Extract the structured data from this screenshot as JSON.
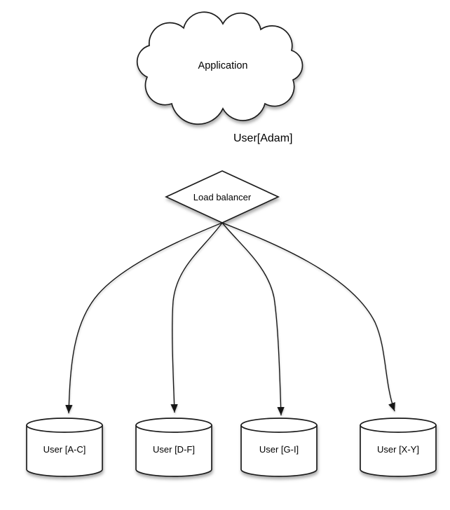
{
  "diagram": {
    "nodes": {
      "application": {
        "label": "Application",
        "shape": "cloud"
      },
      "load_balancer": {
        "label": "Load balancer",
        "shape": "diamond"
      },
      "shards": [
        {
          "label": "User [A-C]",
          "shape": "cylinder"
        },
        {
          "label": "User [D-F]",
          "shape": "cylinder"
        },
        {
          "label": "User [G-I]",
          "shape": "cylinder"
        },
        {
          "label": "User [X-Y]",
          "shape": "cylinder"
        }
      ]
    },
    "edges": {
      "app_to_lb": {
        "label": "User[Adam]"
      }
    },
    "colors": {
      "background": "#ffffff",
      "shape_fill": "#ffffff",
      "stroke": "#1b1b1b",
      "shadow": "#8c8c8c",
      "text": "#000000"
    }
  }
}
